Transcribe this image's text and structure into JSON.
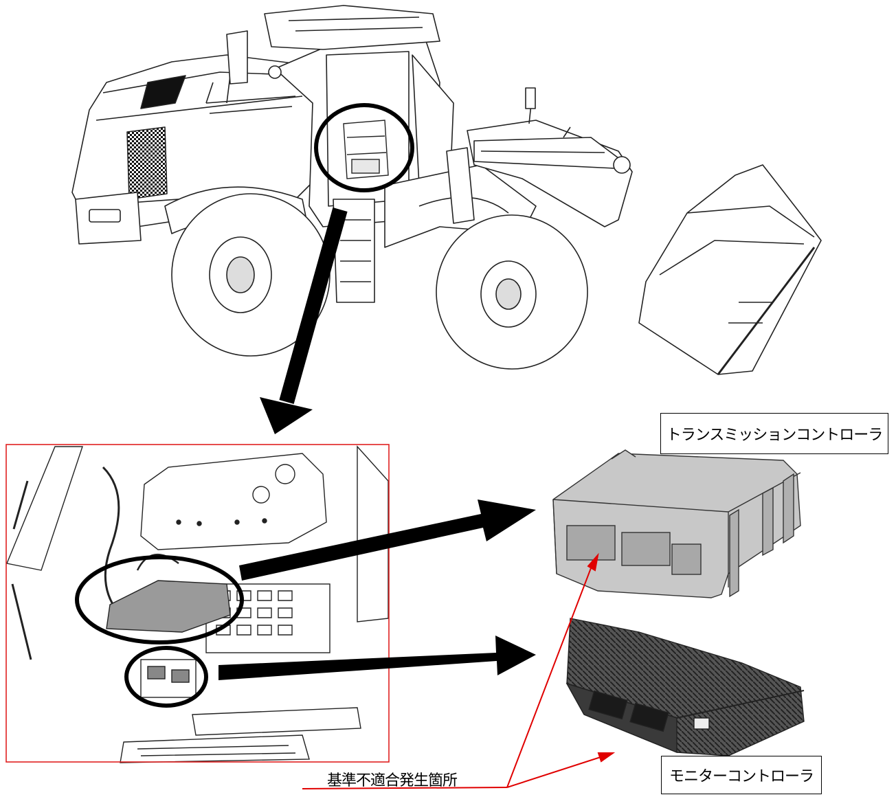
{
  "labels": {
    "transmission_controller": "トランスミッションコントローラ",
    "monitor_controller": "モニターコントローラ",
    "nonconformity_location": "基準不適合発生箇所"
  },
  "colors": {
    "highlight_frame": "#e02020",
    "leader_line": "#e00000",
    "arrow": "#000000",
    "controller_body": "#bdbdbd",
    "monitor_body": "#4a4a4a"
  },
  "icons": [
    "wheel-loader-illustration",
    "cab-interior-closeup",
    "transmission-controller-unit",
    "monitor-controller-unit"
  ]
}
